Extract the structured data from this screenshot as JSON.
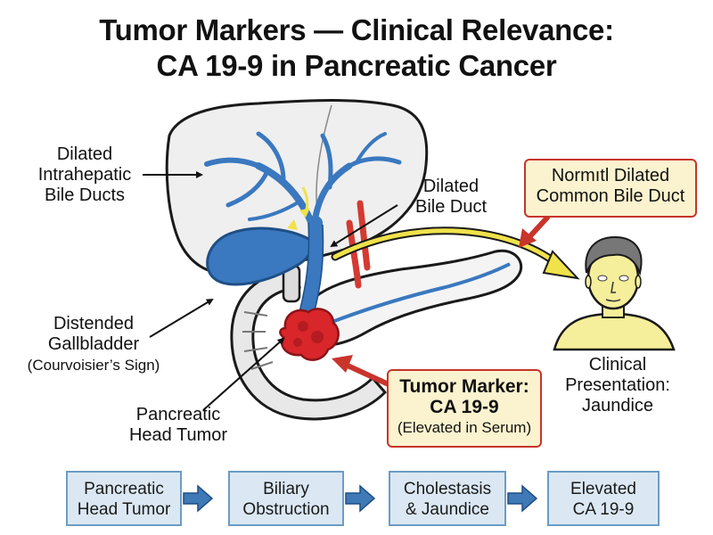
{
  "title": {
    "line1": "Tumor Markers — Clinical Relevance:",
    "line2": "CA 19-9 in Pancreatic Cancer"
  },
  "labels": {
    "intrahepatic": [
      "Dilated",
      "Intrahepatic",
      "Bile Ducts"
    ],
    "dilated_duct": [
      "Dilated",
      "Bile Duct"
    ],
    "gallbladder": [
      "Distended",
      "Gallbladder"
    ],
    "gallbladder_sub": "(Courvoisier’s Sign)",
    "tumor": [
      "Pancreatic",
      "Head Tumor"
    ],
    "clinical": [
      "Clinical",
      "Presentation:",
      "Jaundice"
    ]
  },
  "callouts": {
    "cbd": [
      "Normıtl Dilated",
      "Common Bile Duct"
    ],
    "marker_title": "Tumor Marker:",
    "marker_name": "CA 19-9",
    "marker_sub": "(Elevated in Serum)"
  },
  "flow": [
    {
      "line1": "Pancreatic",
      "line2": "Head Tumor"
    },
    {
      "line1": "Biliary",
      "line2": "Obstruction"
    },
    {
      "line1": "Cholestasis",
      "line2": "& Jaundice"
    },
    {
      "line1": "Elevated",
      "line2": "CA 19-9"
    }
  ],
  "colors": {
    "liver": "#efefef",
    "duct_blue": "#3a78bf",
    "duct_outline": "#1f4f86",
    "artery_red": "#d43a31",
    "tumor_red": "#d8262a",
    "arrow_yellow": "#f0e24a",
    "skin_yellow": "#f5ee9a",
    "callout_bg": "#fbf3cf",
    "callout_border": "#c9342b",
    "flow_bg": "#dbe8f3",
    "flow_border": "#6c9cc4",
    "flow_arrow": "#3f79b6"
  }
}
